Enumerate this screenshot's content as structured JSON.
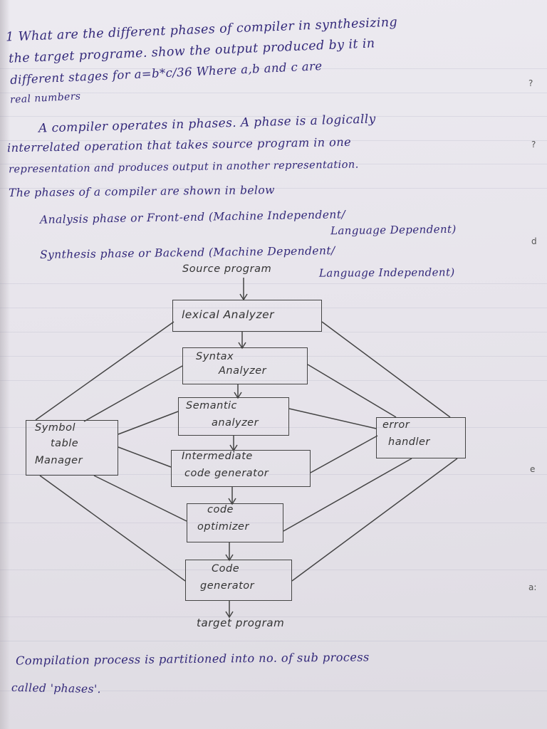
{
  "question": {
    "line1": "1 What are the different phases of compiler in synthesizing",
    "line2": "the target programe. show the output produced by it in",
    "line3": "different stages for a=b*c/36 Where a,b and c are",
    "line4": "real numbers"
  },
  "answer": {
    "line1": "A compiler operates in phases. A phase is a logically",
    "line2": "interrelated operation that takes source program in one",
    "line3": "representation and produces output in another representation.",
    "line4": "The phases of a compiler are shown in below"
  },
  "phases": {
    "analysis_line1": "Analysis phase or Front-end (Machine Independent/",
    "analysis_line2": "Language Dependent)",
    "synthesis_line1": "Synthesis phase or Backend (Machine Dependent/",
    "synthesis_line2": "Language Independent)"
  },
  "diagram": {
    "source_label": "Source program",
    "lexical": "lexical Analyzer",
    "syntax_1": "Syntax",
    "syntax_2": "Analyzer",
    "semantic_1": "Semantic",
    "semantic_2": "analyzer",
    "intermediate_1": "Intermediate",
    "intermediate_2": "code generator",
    "optimizer_1": "code",
    "optimizer_2": "optimizer",
    "generator_1": "Code",
    "generator_2": "generator",
    "symbol_1": "Symbol",
    "symbol_2": "table",
    "symbol_3": "Manager",
    "error_1": "error",
    "error_2": "handler",
    "target_label": "target program"
  },
  "footer": {
    "line1": "Compilation process is partitioned into no. of sub process",
    "line2": "called 'phases'."
  },
  "margin_marks": {
    "m1": "?",
    "m2": "?",
    "m3": "d",
    "m4": "e",
    "m5": "a:"
  }
}
